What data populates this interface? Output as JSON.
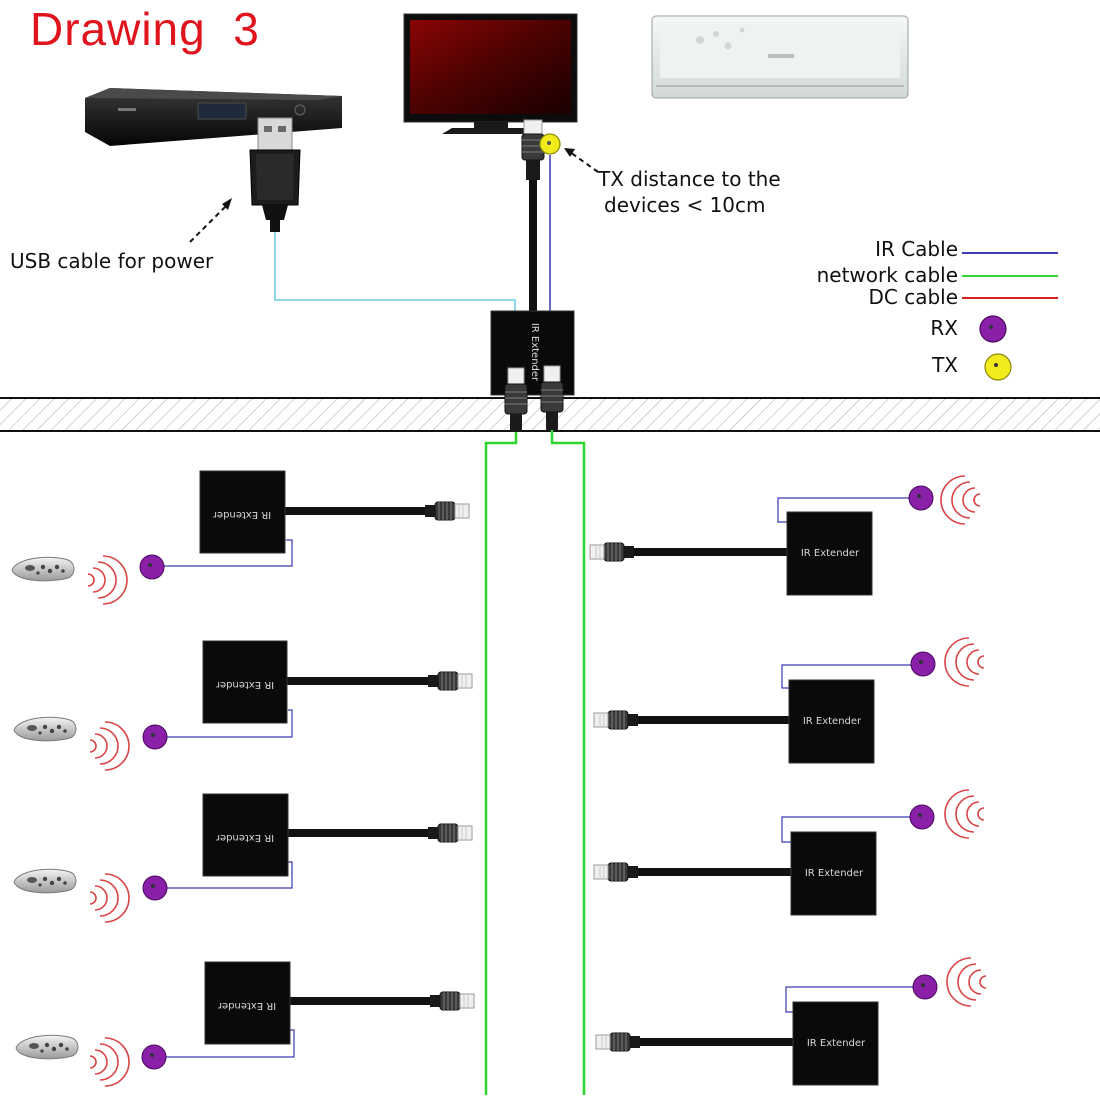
{
  "title": "Drawing  3",
  "annotations": {
    "usb_power": "USB cable for power",
    "tx_distance_line1": "TX distance to the",
    "tx_distance_line2": "devices < 10cm"
  },
  "legend": {
    "ir_cable": "IR Cable",
    "network_cable": "network cable",
    "dc_cable": "DC cable",
    "rx": "RX",
    "tx": "TX"
  },
  "devices": {
    "main_box_label": "IR Extender",
    "remote_box_label": "IR Extender"
  },
  "colors": {
    "title": "#e0141c",
    "ir_cable": "#3a3ab4",
    "network_cable": "#2fd62f",
    "dc_cable": "#d82020",
    "usb_cable": "#8fd8ec",
    "rx": "#8a1fa8",
    "tx": "#f1ea1c",
    "ir_wave": "#d94545",
    "device_body": "#0a0a0a"
  },
  "icons": [
    "dvd-player-icon",
    "tv-icon",
    "air-conditioner-icon",
    "usb-plug-icon",
    "rj45-plug-icon",
    "remote-control-icon",
    "ir-wave-icon"
  ]
}
